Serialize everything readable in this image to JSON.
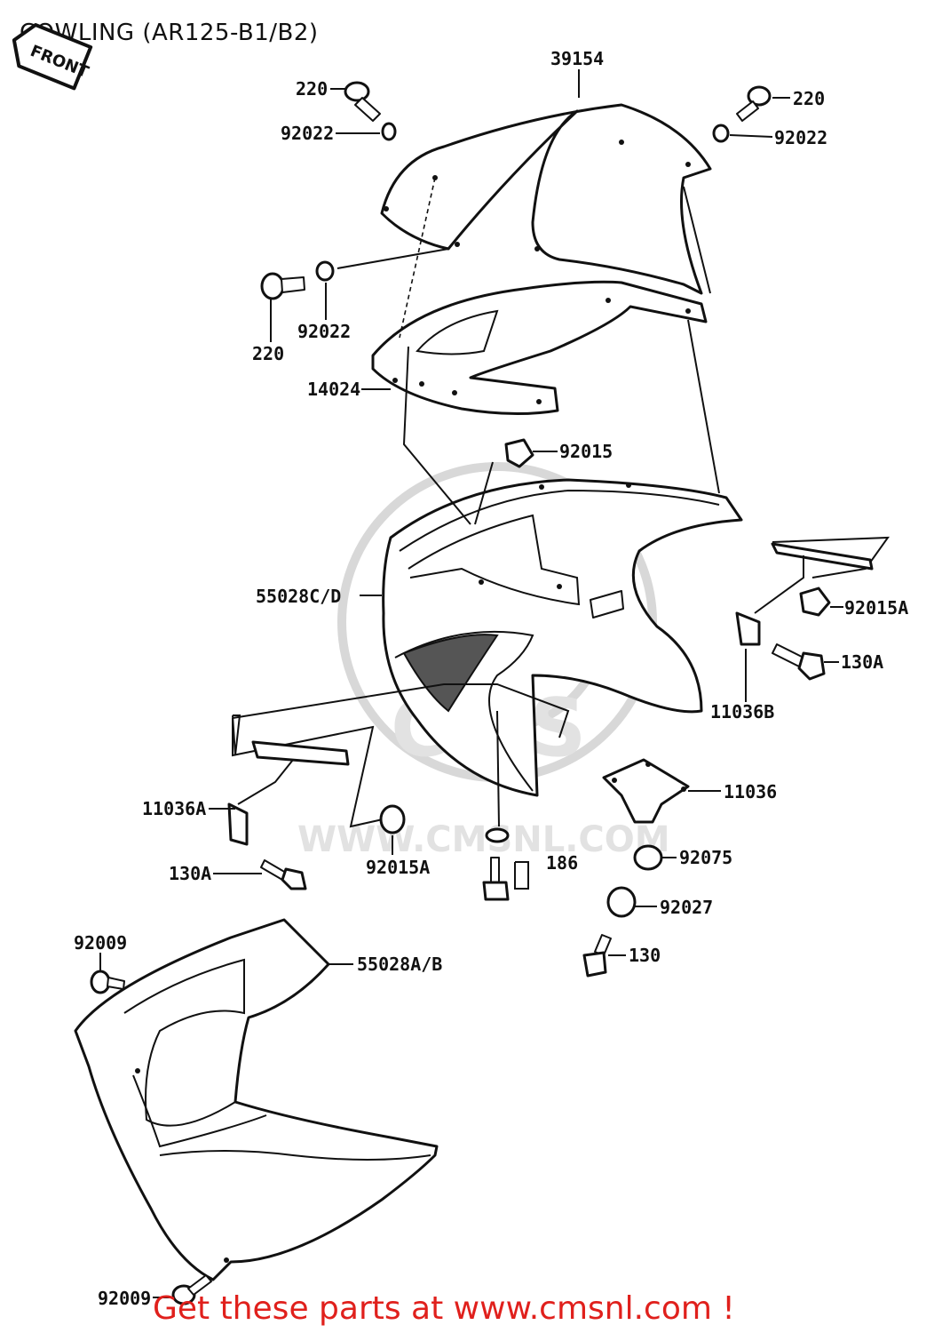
{
  "title": "COWLING (AR125-B1/B2)",
  "front_tag": "FRONT",
  "watermark": {
    "logo": "CMS",
    "url": "WWW.CMSNL.COM"
  },
  "footer": "Get these parts at www.cmsnl.com !",
  "callouts": {
    "windshield": "39154",
    "screw_top_left": "220",
    "washer_top_left": "92022",
    "screw_top_right": "220",
    "washer_top_right": "92022",
    "screw_side": "220",
    "washer_side": "92022",
    "trim": "14024",
    "nut_top": "92015",
    "upper_cowl": "55028C/D",
    "nut_right": "92015A",
    "bolt_right": "130A",
    "bracket_right": "11036B",
    "bracket_center": "11036",
    "bracket_left": "11036A",
    "nut_left": "92015A",
    "bolt_left": "130A",
    "washer_bolt": "186",
    "grommet": "92075",
    "damper": "92027",
    "bolt_center": "130",
    "lower_screw_top": "92009",
    "lower_cowl": "55028A/B",
    "lower_screw_bottom": "92009"
  }
}
